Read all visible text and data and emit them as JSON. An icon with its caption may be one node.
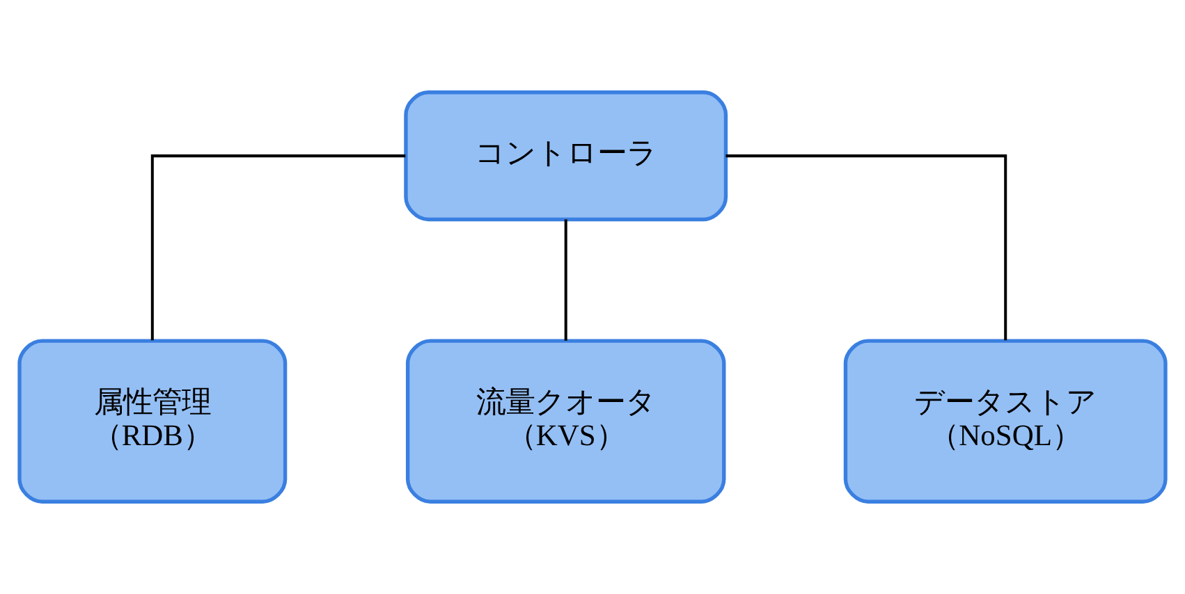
{
  "diagram": {
    "nodes": [
      {
        "text": [
          "コントローラ"
        ]
      },
      {
        "text": [
          "属性管理",
          "（RDB）"
        ]
      },
      {
        "text": [
          "流量クオータ",
          "（KVS）"
        ]
      },
      {
        "text": [
          "データストア",
          "（NoSQL）"
        ]
      }
    ],
    "edges": [
      {
        "from": 0,
        "to": 1,
        "arrow": "none"
      },
      {
        "from": 0,
        "to": 2,
        "arrow": "none"
      },
      {
        "from": 0,
        "to": 3,
        "arrow": "none"
      }
    ]
  }
}
